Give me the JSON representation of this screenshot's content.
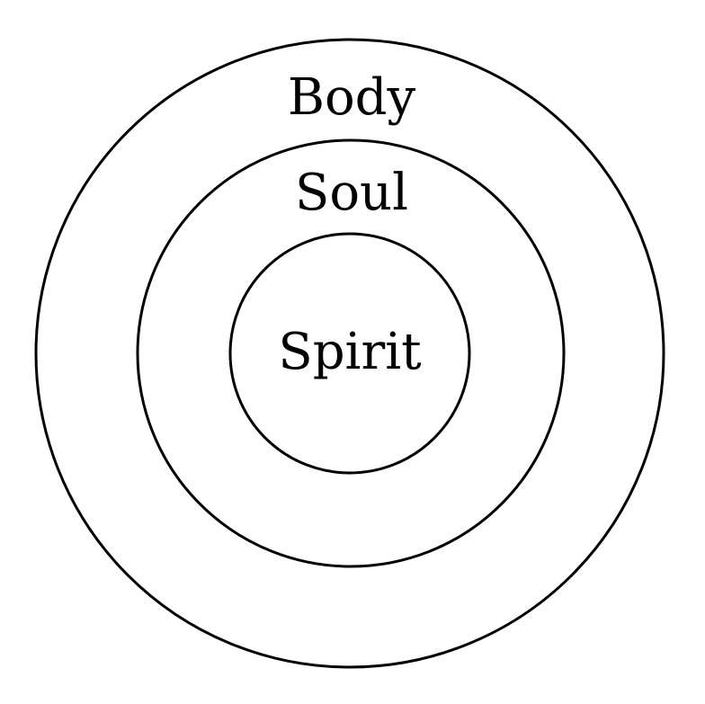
{
  "labels": {
    "outer": "Body",
    "middle": "Soul",
    "inner": "Spirit"
  },
  "colors": {
    "stroke": "#000000",
    "background": "#ffffff",
    "text": "#000000"
  }
}
